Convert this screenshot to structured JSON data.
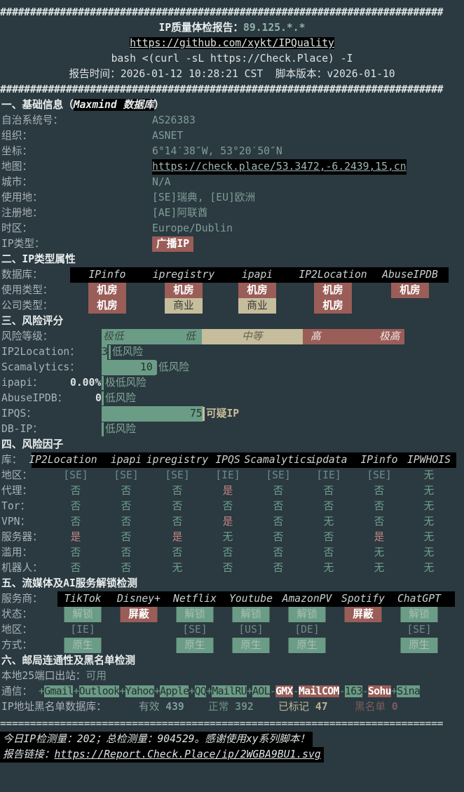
{
  "colors": {
    "background": "#2b3940",
    "green": "#6b9c86",
    "tan": "#c6bd9c",
    "red": "#9a5d58"
  },
  "header": {
    "hash": "##########################################################################",
    "title_label": "IP质量体检报告：",
    "ip": "89.125.*.*",
    "repo_url": "https://github.com/xykt/IPQuality",
    "command": "bash <(curl -sL https://Check.Place) -I",
    "time_label": "报告时间：",
    "time": "2026-01-12 10:28:21 CST",
    "version_label": "脚本版本：",
    "version": "v2026-01-10"
  },
  "basic": {
    "title": "一、基础信息（",
    "title_db": "Maxmind 数据库",
    "title_end": "）",
    "rows": [
      {
        "label": "自治系统号：",
        "value": "AS26383"
      },
      {
        "label": "组织：",
        "value": "ASNET"
      },
      {
        "label": "坐标：",
        "value": "6°14′38″W, 53°20′50″N"
      },
      {
        "label": "地图：",
        "value": "https://check.place/53.3472,-6.2439,15,cn"
      },
      {
        "label": "城市：",
        "value": "N/A"
      },
      {
        "label": "使用地：",
        "value": "[SE]瑞典, [EU]欧洲"
      },
      {
        "label": "注册地：",
        "value": "[AE]阿联酋"
      },
      {
        "label": "时区：",
        "value": "Europe/Dublin"
      },
      {
        "label": "IP类型：",
        "value": "广播IP"
      }
    ]
  },
  "type": {
    "title": "二、IP类型属性",
    "db_label": "数据库：",
    "dbs": [
      "IPinfo",
      "ipregistry",
      "ipapi",
      "IP2Location",
      "AbuseIPDB"
    ],
    "usage_label": "使用类型：",
    "usage": [
      "机房",
      "机房",
      "机房",
      "机房",
      "机房"
    ],
    "company_label": "公司类型：",
    "company": [
      "机房",
      "商业",
      "商业",
      "机房",
      ""
    ]
  },
  "risk": {
    "title": "三、风险评分",
    "level_label": "风险等级：",
    "levels": [
      "极低",
      "低",
      "中等",
      "高",
      "极高"
    ],
    "rows": [
      {
        "label": "IP2Location：",
        "score": "3",
        "verdict": "低风险"
      },
      {
        "label": "Scamalytics：",
        "score": "10",
        "verdict": "低风险"
      },
      {
        "label": "ipapi：",
        "score": "0.00%",
        "verdict": "极低风险"
      },
      {
        "label": "AbuseIPDB：",
        "score": "0",
        "verdict": "低风险"
      },
      {
        "label": "IPQS：",
        "score": "75",
        "verdict": "可疑IP"
      },
      {
        "label": "DB-IP：",
        "score": "",
        "verdict": "低风险"
      }
    ]
  },
  "factors": {
    "title": "四、风险因子",
    "lib_label": "库：",
    "dbs": [
      "IP2Location",
      "ipapi",
      "ipregistry",
      "IPQS",
      "Scamalytics",
      "ipdata",
      "IPinfo",
      "IPWHOIS"
    ],
    "rows": [
      {
        "label": "地区：",
        "values": [
          "[SE]",
          "[SE]",
          "[SE]",
          "[IE]",
          "[SE]",
          "[IE]",
          "[SE]",
          "无"
        ]
      },
      {
        "label": "代理：",
        "values": [
          "否",
          "否",
          "否",
          "是",
          "否",
          "否",
          "否",
          "无"
        ]
      },
      {
        "label": "Tor：",
        "values": [
          "否",
          "否",
          "否",
          "否",
          "否",
          "否",
          "否",
          "无"
        ]
      },
      {
        "label": "VPN：",
        "values": [
          "否",
          "否",
          "否",
          "是",
          "否",
          "无",
          "否",
          "无"
        ]
      },
      {
        "label": "服务器：",
        "values": [
          "是",
          "否",
          "是",
          "无",
          "否",
          "否",
          "是",
          "无"
        ]
      },
      {
        "label": "滥用：",
        "values": [
          "否",
          "否",
          "否",
          "否",
          "否",
          "否",
          "无",
          "无"
        ]
      },
      {
        "label": "机器人：",
        "values": [
          "否",
          "否",
          "无",
          "否",
          "否",
          "无",
          "无",
          "无"
        ]
      }
    ]
  },
  "media": {
    "title": "五、流媒体及AI服务解锁检测",
    "provider_label": "服务商：",
    "services": [
      "TikTok",
      "Disney+",
      "Netflix",
      "Youtube",
      "AmazonPV",
      "Spotify",
      "ChatGPT"
    ],
    "status_label": "状态：",
    "status": [
      "解锁",
      "屏蔽",
      "解锁",
      "解锁",
      "解锁",
      "屏蔽",
      "解锁"
    ],
    "region_label": "地区：",
    "regions": [
      "[IE]",
      "",
      "[SE]",
      "[US]",
      "[DE]",
      "",
      "[SE]"
    ],
    "method_label": "方式：",
    "methods": [
      "原生",
      "",
      "原生",
      "原生",
      "原生",
      "",
      "原生"
    ]
  },
  "mail": {
    "title": "六、邮局连通性及黑名单检测",
    "port_label": "本地25端口出站：",
    "port_value": "可用",
    "comm_label": "通信：",
    "services": [
      {
        "sep": "+",
        "name": "Gmail",
        "ok": true
      },
      {
        "sep": "+",
        "name": "Outlook",
        "ok": true
      },
      {
        "sep": "+",
        "name": "Yahoo",
        "ok": true
      },
      {
        "sep": "+",
        "name": "Apple",
        "ok": true
      },
      {
        "sep": "+",
        "name": "QQ",
        "ok": true
      },
      {
        "sep": "+",
        "name": "MailRU",
        "ok": true
      },
      {
        "sep": "+",
        "name": "AOL",
        "ok": true
      },
      {
        "sep": "-",
        "name": "GMX",
        "ok": false
      },
      {
        "sep": "-",
        "name": "MailCOM",
        "ok": false
      },
      {
        "sep": "-",
        "name": "163",
        "ok": true
      },
      {
        "sep": "-",
        "name": "Sohu",
        "ok": false
      },
      {
        "sep": "+",
        "name": "Sina",
        "ok": true
      }
    ],
    "blacklist": {
      "label": "IP地址黑名单数据库：",
      "valid_label": "有效",
      "valid": "439",
      "normal_label": "正常",
      "normal": "392",
      "marked_label": "已标记",
      "marked": "47",
      "black_label": "黑名单",
      "black": "0"
    }
  },
  "footer": {
    "separator": "==========================================================================",
    "stats": "今日IP检测量：202；总检测量：904529。感谢使用xy系列脚本！",
    "link_label": "报告链接：",
    "link": "https://Report.Check.Place/ip/2WGBA9BU1.svg"
  }
}
